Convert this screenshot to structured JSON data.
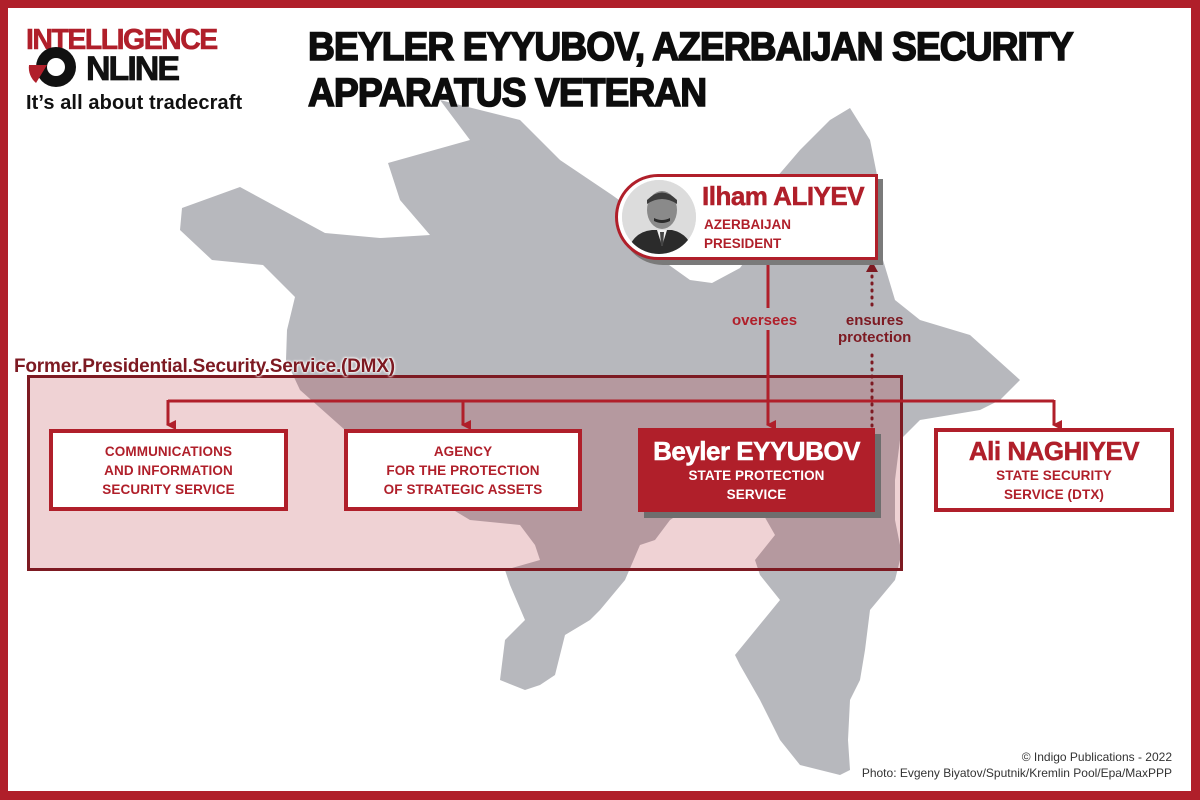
{
  "brand": {
    "logo_top": "INTELLIGENCE",
    "logo_bottom": "NLINE",
    "tagline": "It’s all about tradecraft",
    "colors": {
      "red": "#b01f2a",
      "dark_red": "#7d1a22",
      "map_gray": "#b7b8bd",
      "black": "#111111"
    }
  },
  "title": "BEYLER EYYUBOV, AZERBAIJAN SECURITY APPARATUS VETERAN",
  "diagram": {
    "top_node": {
      "name": "Ilham ALIYEV",
      "role_line1": "AZERBAIJAN",
      "role_line2": "PRESIDENT",
      "photo": "portrait-photo"
    },
    "edges": {
      "oversees": "oversees",
      "ensures_line1": "ensures",
      "ensures_line2": "protection"
    },
    "group": {
      "label": "Former.Presidential.Security.Service.(DMX)"
    },
    "nodes": [
      {
        "lines": [
          "COMMUNICATIONS",
          "AND INFORMATION",
          "SECURITY SERVICE"
        ]
      },
      {
        "lines": [
          "AGENCY",
          "FOR THE PROTECTION",
          "OF STRATEGIC ASSETS"
        ]
      },
      {
        "name": "Beyler EYYUBOV",
        "lines": [
          "STATE PROTECTION",
          "SERVICE"
        ],
        "highlighted": true
      },
      {
        "name": "Ali NAGHIYEV",
        "lines": [
          "STATE SECURITY",
          "SERVICE (DTX)"
        ]
      }
    ]
  },
  "credits": {
    "copyright": "© Indigo Publications - 2022",
    "photo": "Photo: Evgeny Biyatov/Sputnik/Kremlin Pool/Epa/MaxPPP"
  }
}
